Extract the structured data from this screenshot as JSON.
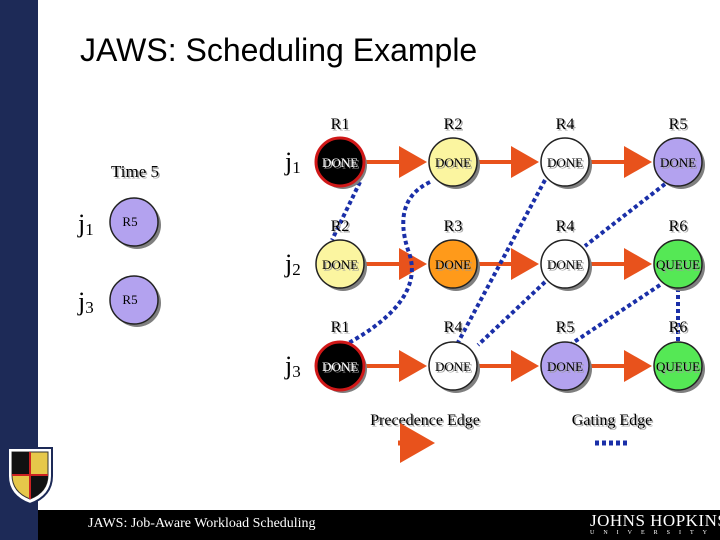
{
  "slide": {
    "title": "JAWS: Scheduling Example",
    "footer": "JAWS: Job-Aware Workload Scheduling",
    "logo": {
      "name": "JOHNS HOPKINS",
      "subtitle": "UNIVERSITY"
    }
  },
  "left_panel": {
    "time_label": "Time 5",
    "jobs": [
      {
        "job": "j",
        "sub": "1",
        "resource": "R5"
      },
      {
        "job": "j",
        "sub": "3",
        "resource": "R5"
      }
    ]
  },
  "jobs": [
    {
      "job": "j",
      "sub": "1",
      "tasks": [
        {
          "resource": "R1",
          "status": "DONE"
        },
        {
          "resource": "R2",
          "status": "DONE"
        },
        {
          "resource": "R4",
          "status": "DONE"
        },
        {
          "resource": "R5",
          "status": "DONE"
        }
      ]
    },
    {
      "job": "j",
      "sub": "2",
      "tasks": [
        {
          "resource": "R2",
          "status": "DONE"
        },
        {
          "resource": "R3",
          "status": "DONE"
        },
        {
          "resource": "R4",
          "status": "DONE"
        },
        {
          "resource": "R6",
          "status": "QUEUE"
        }
      ]
    },
    {
      "job": "j",
      "sub": "3",
      "tasks": [
        {
          "resource": "R1",
          "status": "DONE"
        },
        {
          "resource": "R4",
          "status": "DONE"
        },
        {
          "resource": "R5",
          "status": "DONE"
        },
        {
          "resource": "R6",
          "status": "QUEUE"
        }
      ]
    }
  ],
  "legend": {
    "precedence_label": "Precedence Edge",
    "gating_label": "Gating Edge"
  },
  "colors": {
    "sidebar": "#1d2a57",
    "precedence_edge": "#e8521c",
    "gating_edge": "#1a2fa8",
    "left_node": "#b3a2ef",
    "resources": {
      "R1": "#000000",
      "R2": "#fbf5a0",
      "R3": "#ff9a1a",
      "R4": "#ffffff",
      "R5": "#b3a2ef",
      "R6": "#55e855"
    }
  }
}
